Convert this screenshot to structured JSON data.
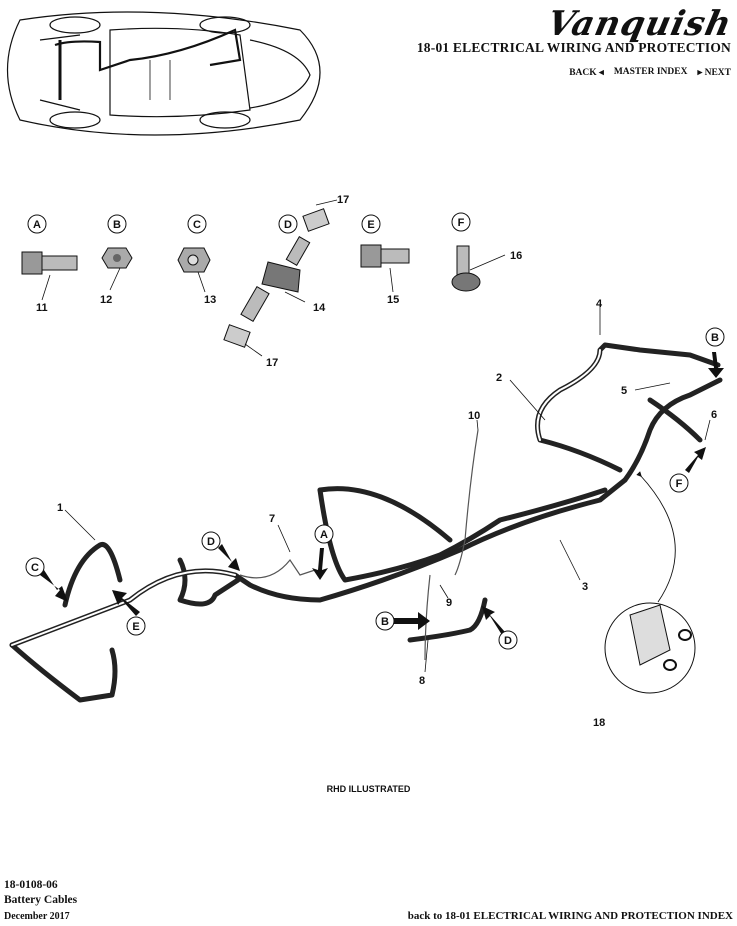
{
  "header": {
    "logo_text": "Vanquish",
    "section_title": "18-01 ELECTRICAL WIRING AND PROTECTION",
    "nav": {
      "back": "BACK ◂",
      "master_index": "MASTER INDEX",
      "next": "▸ NEXT"
    }
  },
  "parts": {
    "fastener_letters": [
      "A",
      "B",
      "C",
      "D",
      "E",
      "F"
    ],
    "numbers": [
      "11",
      "12",
      "13",
      "14",
      "15",
      "16",
      "17",
      "17"
    ]
  },
  "harness_labels": [
    "1",
    "2",
    "3",
    "4",
    "5",
    "6",
    "7",
    "8",
    "9",
    "10",
    "18"
  ],
  "callout_letters": [
    "C",
    "E",
    "D",
    "A",
    "B",
    "D",
    "B",
    "F"
  ],
  "caption": "RHD ILLUSTRATED",
  "footer": {
    "code": "18-0108-06",
    "title": "Battery Cables",
    "date": "December 2017",
    "back_link": "back to 18-01 ELECTRICAL WIRING AND PROTECTION INDEX"
  }
}
